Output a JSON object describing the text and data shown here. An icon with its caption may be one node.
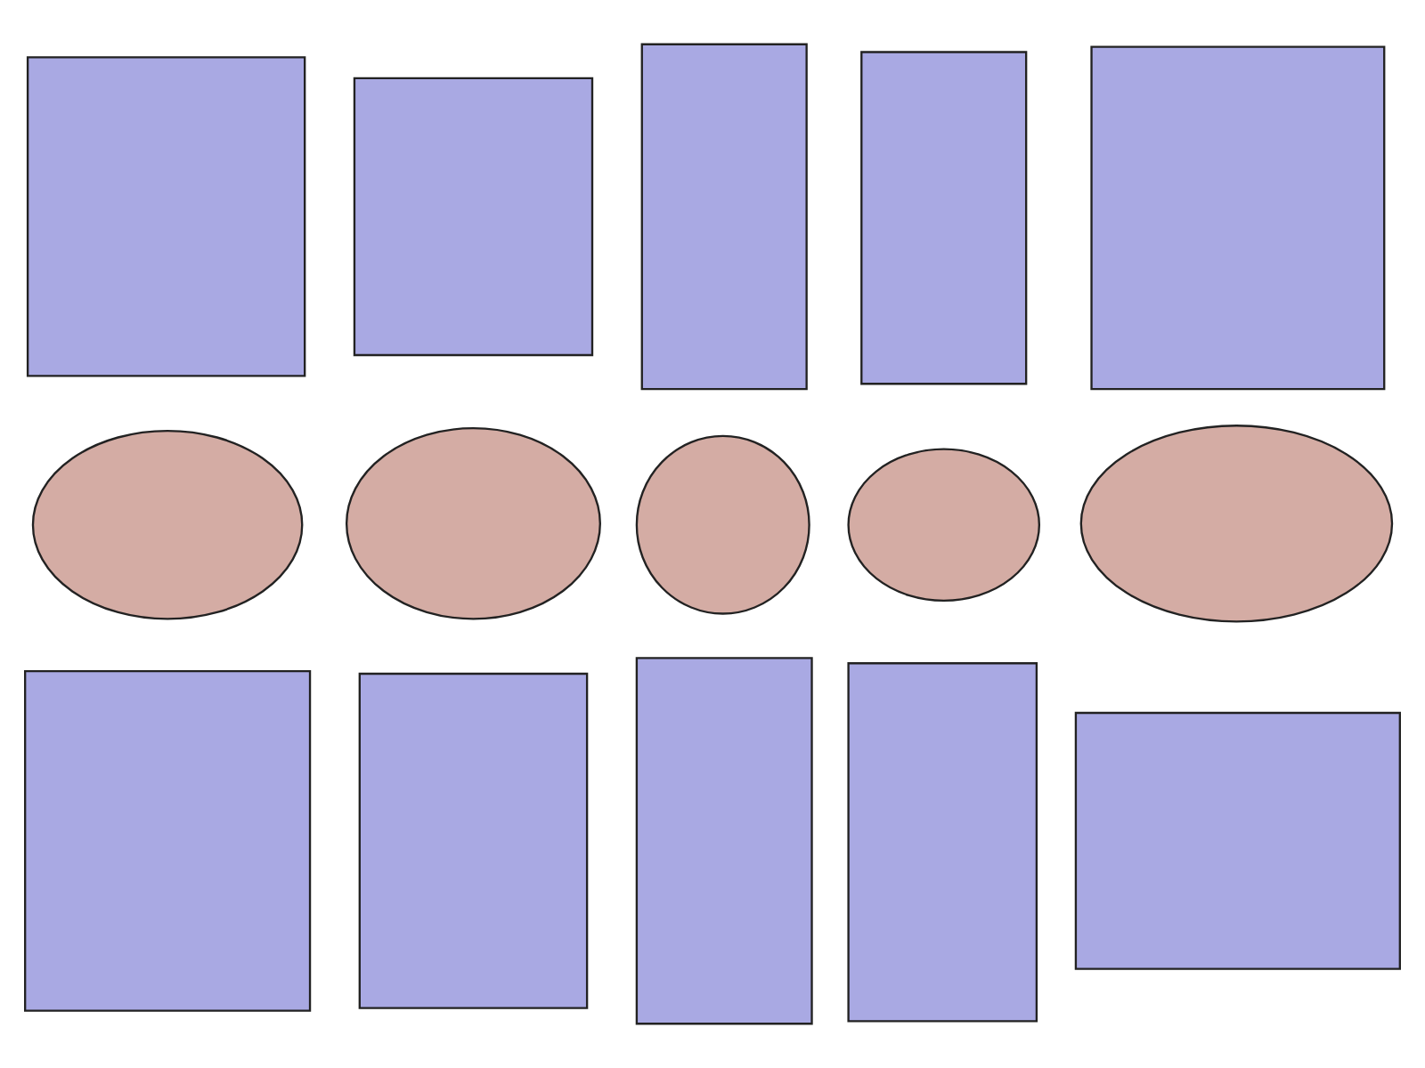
{
  "diagram": {
    "nodes": [
      {
        "text": [],
        "shape": "box"
      },
      {
        "text": [],
        "shape": "box"
      },
      {
        "text": [],
        "shape": "box"
      },
      {
        "text": [],
        "shape": "box"
      },
      {
        "text": [],
        "shape": "box"
      },
      {
        "text": [],
        "shape": "ellipse"
      },
      {
        "text": [],
        "shape": "ellipse"
      },
      {
        "text": [],
        "shape": "circle"
      },
      {
        "text": [],
        "shape": "ellipse"
      },
      {
        "text": [],
        "shape": "ellipse"
      },
      {
        "text": [],
        "shape": "box"
      },
      {
        "text": [],
        "shape": "box"
      },
      {
        "text": [],
        "shape": "box"
      },
      {
        "text": [],
        "shape": "box"
      },
      {
        "text": [],
        "shape": "box"
      }
    ]
  }
}
